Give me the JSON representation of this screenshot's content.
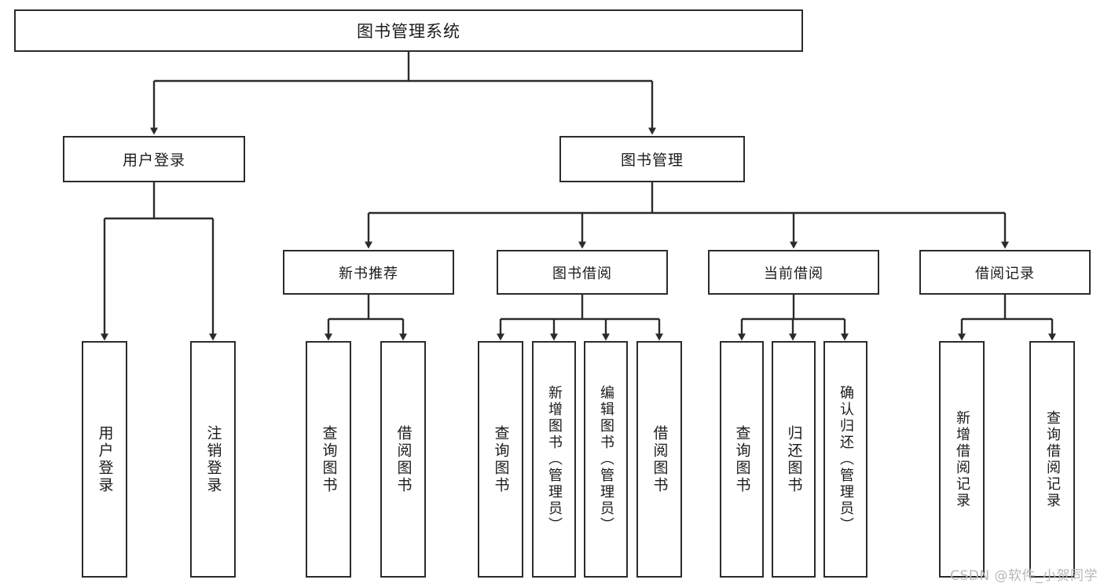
{
  "diagram": {
    "title": "图书管理系统",
    "type": "hierarchy-tree",
    "background_color": "#ffffff",
    "line_color": "#2b2b2b",
    "box_border_color": "#2b2b2b",
    "text_color": "#1b1b1b"
  },
  "root": {
    "label": "图书管理系统"
  },
  "level1": [
    {
      "label": "用户登录"
    },
    {
      "label": "图书管理"
    }
  ],
  "level2": [
    {
      "label": "新书推荐"
    },
    {
      "label": "图书借阅"
    },
    {
      "label": "当前借阅"
    },
    {
      "label": "借阅记录"
    }
  ],
  "leaves": {
    "user_login": [
      {
        "label": "用户登录"
      },
      {
        "label": "注销登录"
      }
    ],
    "new_book_recommend": [
      {
        "label": "查询图书"
      },
      {
        "label": "借阅图书"
      }
    ],
    "book_borrow": [
      {
        "label": "查询图书"
      },
      {
        "label": "新增图书（管理员）"
      },
      {
        "label": "编辑图书（管理员）"
      },
      {
        "label": "借阅图书"
      }
    ],
    "current_borrow": [
      {
        "label": "查询图书"
      },
      {
        "label": "归还图书"
      },
      {
        "label": "确认归还（管理员）"
      }
    ],
    "borrow_records": [
      {
        "label": "新增借阅记录"
      },
      {
        "label": "查询借阅记录"
      }
    ]
  },
  "watermark": {
    "text": "CSDN @软件_小贺同学"
  }
}
